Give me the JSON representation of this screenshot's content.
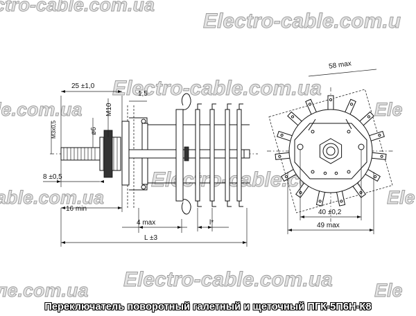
{
  "watermark": "Electro-cable.com.ua",
  "watermark_partials": {
    "top_left": "ctro-cable.com.ua",
    "top_right": "Electro-cable.com.u",
    "mid_left": "le.com.ua",
    "mid_right": "Ele",
    "lower_left": "able.com.ua",
    "lower_right": "Ele",
    "bottom_left": "ле.com.ua",
    "bottom_right": "Ele"
  },
  "dimensions": {
    "d25": "25 ±1,0",
    "d1_5": "1,5",
    "m10": "M10",
    "phi6": "ø6",
    "m3x0_5": "M3x0,5",
    "d8": "8 ±0,5",
    "d16": "16 min",
    "d4": "4 max",
    "l_star": "l*",
    "L": "L ±3",
    "d58": "58 max",
    "d40": "40 ±0,2",
    "d49": "49 max"
  },
  "caption": "Переключатель поворотный галетный и щеточный ПГК-5П6Н-К8"
}
